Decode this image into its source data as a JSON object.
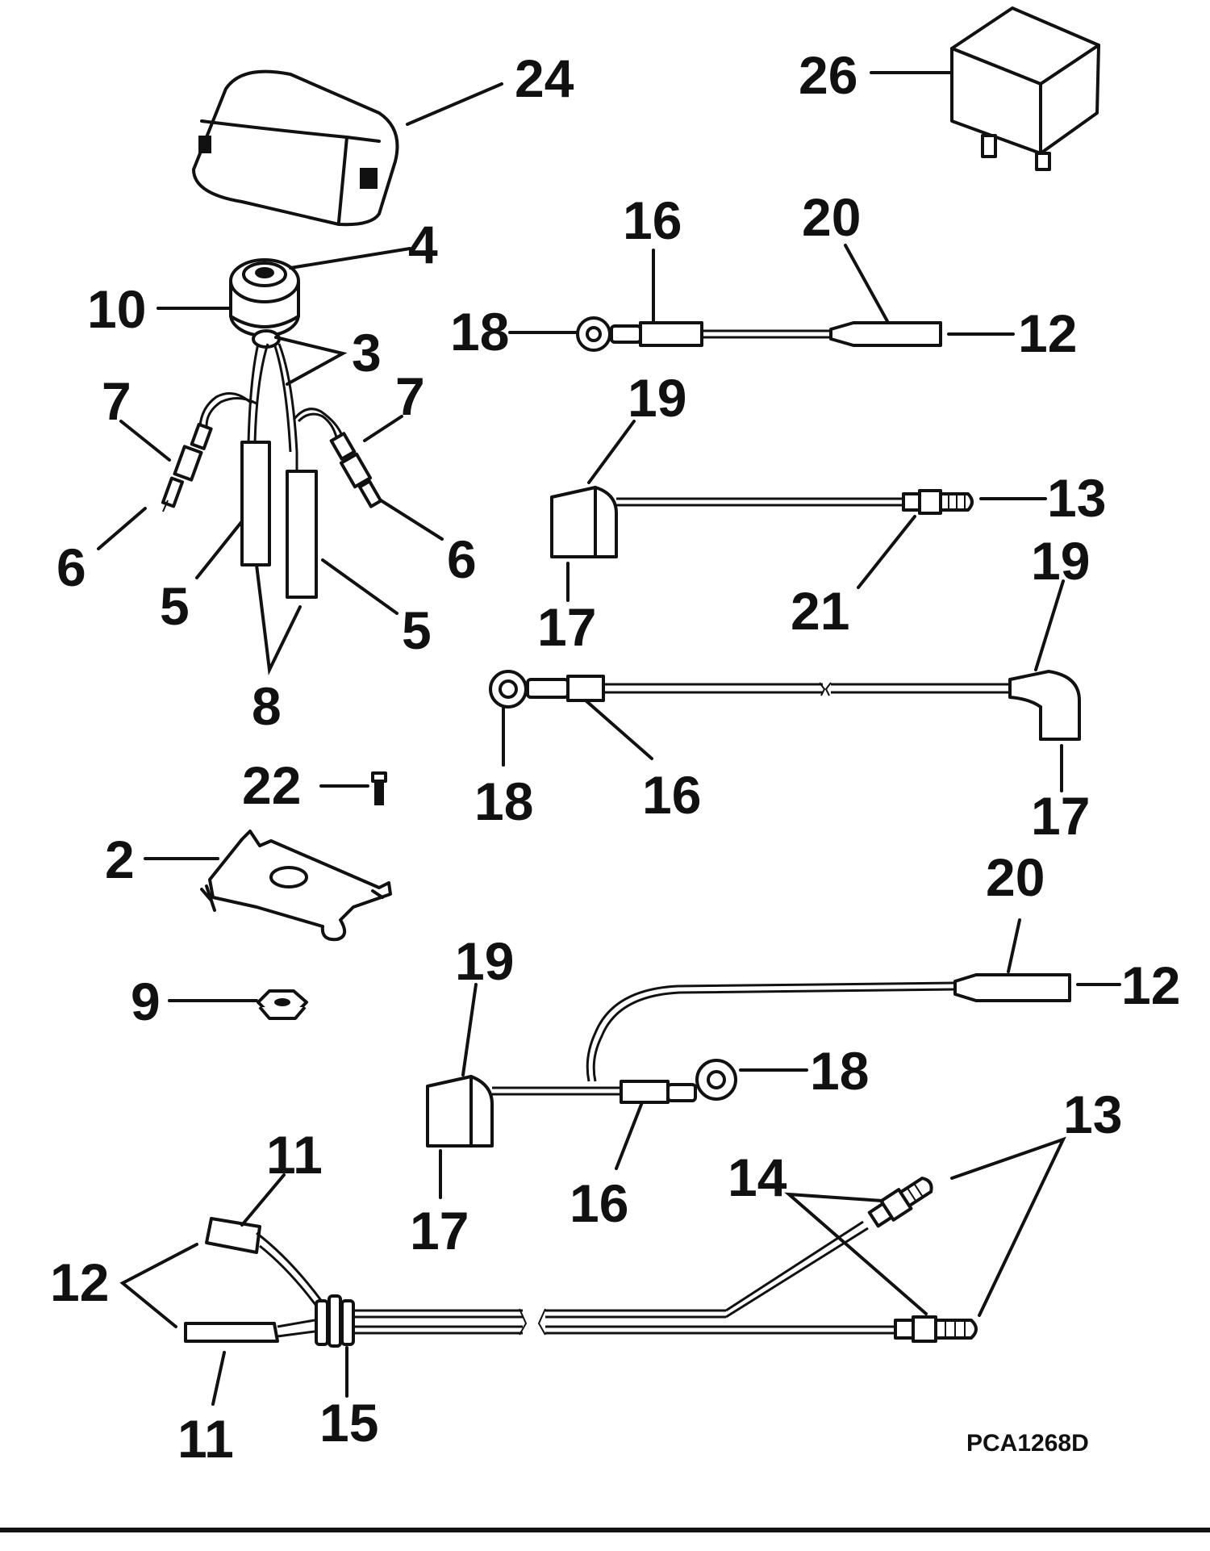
{
  "diagram": {
    "figure_code": "PCA1268D",
    "labels": {
      "l24": "24",
      "l26": "26",
      "l4": "4",
      "l10": "10",
      "l3": "3",
      "l7a": "7",
      "l7b": "7",
      "l6a": "6",
      "l6b": "6",
      "l5a": "5",
      "l5b": "5",
      "l8": "8",
      "l22": "22",
      "l2": "2",
      "l9": "9",
      "l16a": "16",
      "l20a": "20",
      "l18a": "18",
      "l12a": "12",
      "l19a": "19",
      "l13a": "13",
      "l17a": "17",
      "l21": "21",
      "l19b": "19",
      "l18b": "18",
      "l16b": "16",
      "l17b": "17",
      "l20b": "20",
      "l12b": "12",
      "l19c": "19",
      "l18c": "18",
      "l17c": "17",
      "l16c": "16",
      "l13b": "13",
      "l14": "14",
      "l11a": "11",
      "l12c": "12",
      "l11b": "11",
      "l15": "15"
    }
  }
}
